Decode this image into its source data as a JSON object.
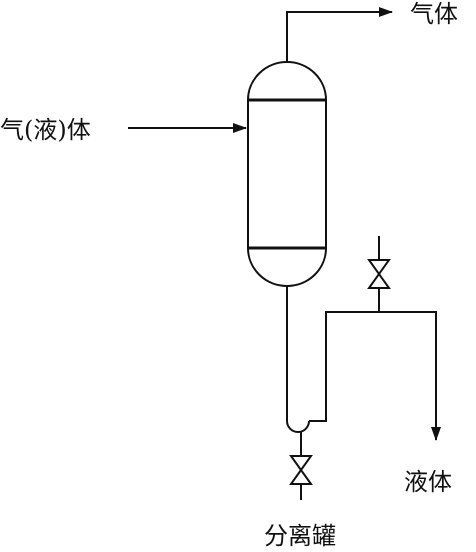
{
  "labels": {
    "gas_out": "气体",
    "feed_in": "气(液)体",
    "liquid_out": "液体",
    "separator_tank": "分离罐"
  },
  "colors": {
    "line": "#111111",
    "background": "#ffffff"
  }
}
